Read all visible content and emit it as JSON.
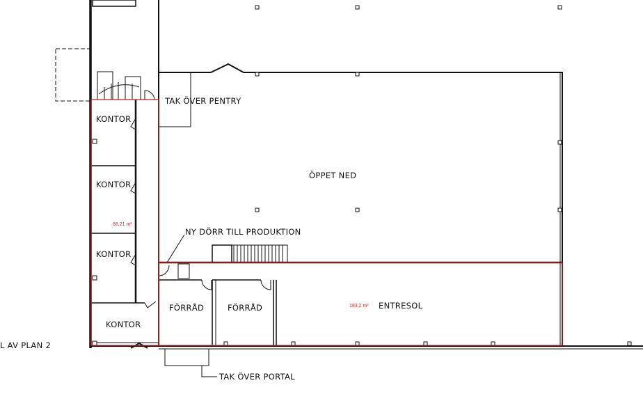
{
  "plan": {
    "title_fragment": "L AV PLAN 2",
    "rooms": {
      "kontor_1": "KONTOR",
      "kontor_2": "KONTOR",
      "kontor_3": "KONTOR",
      "kontor_4": "KONTOR",
      "forrad_1": "FÖRRÅD",
      "forrad_2": "FÖRRÅD",
      "oppet_ned": "ÖPPET NED",
      "entresol": "ENTRESOL"
    },
    "annotations": {
      "tak_pentry": "TAK ÖVER PENTRY",
      "ny_dorr": "NY DÖRR TILL PRODUKTION",
      "tak_portal": "TAK ÖVER PORTAL"
    },
    "areas": {
      "kontor_area": "88,21 m²",
      "entresol_area": "183,2 m²"
    },
    "colors": {
      "wall": "#111111",
      "area_outline": "#d02020"
    }
  }
}
